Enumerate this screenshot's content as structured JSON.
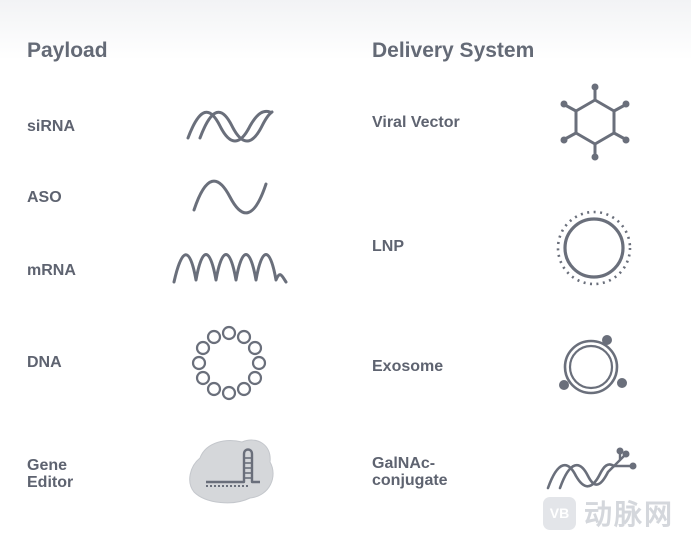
{
  "payload": {
    "heading": "Payload",
    "items": [
      {
        "label": "siRNA"
      },
      {
        "label": "ASO"
      },
      {
        "label": "mRNA"
      },
      {
        "label": "DNA"
      },
      {
        "label": "Gene\nEditor"
      }
    ]
  },
  "delivery": {
    "heading": "Delivery System",
    "items": [
      {
        "label": "Viral Vector"
      },
      {
        "label": "LNP"
      },
      {
        "label": "Exosome"
      },
      {
        "label": "GalNAc-\nconjugate"
      }
    ]
  },
  "watermark": {
    "text": "动脉网",
    "logo": "VB"
  },
  "colors": {
    "icon": "#6a6f7b",
    "heading": "#646a76",
    "label": "#5e6370",
    "blob": "#d5d7da"
  }
}
